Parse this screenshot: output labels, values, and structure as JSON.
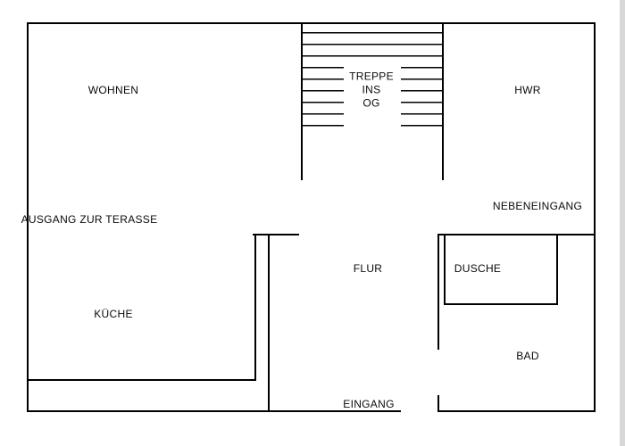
{
  "floorplan": {
    "rooms": {
      "wohnen": "WOHNEN",
      "hwr": "HWR",
      "kueche": "KÜCHE",
      "flur": "FLUR",
      "dusche": "DUSCHE",
      "bad": "BAD"
    },
    "stairs": {
      "line1": "TREPPE",
      "line2": "INS",
      "line3": "OG"
    },
    "doors": {
      "ausgang_terasse": "AUSGANG ZUR TERASSE",
      "nebeneingang": "NEBENEINGANG",
      "eingang": "EINGANG"
    },
    "colors": {
      "wall": "#000000",
      "background": "#ffffff"
    }
  }
}
